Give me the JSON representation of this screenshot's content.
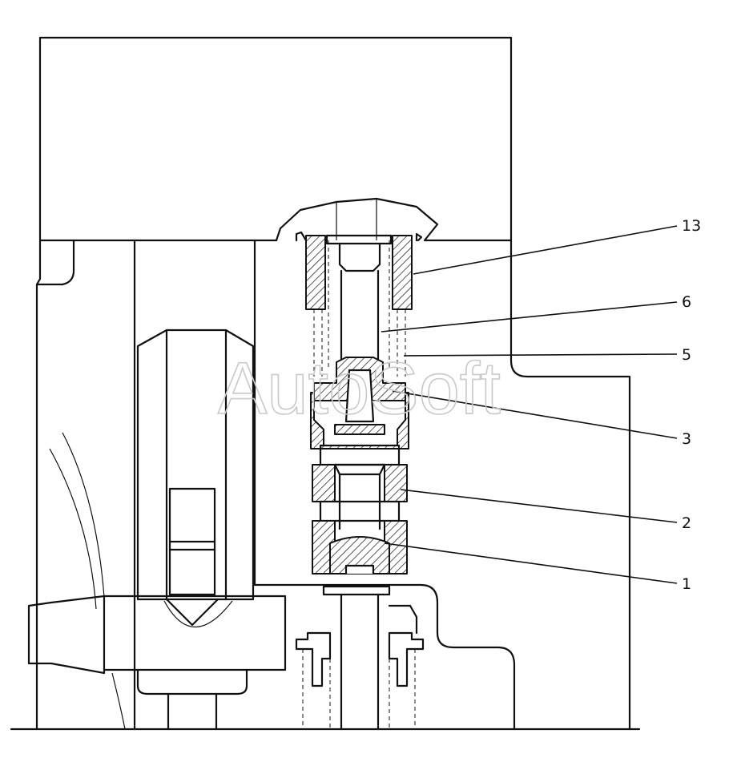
{
  "watermark": "AutoSoft",
  "callouts": [
    {
      "id": "13",
      "label": "13"
    },
    {
      "id": "6",
      "label": "6"
    },
    {
      "id": "5",
      "label": "5"
    },
    {
      "id": "3",
      "label": "3"
    },
    {
      "id": "2",
      "label": "2"
    },
    {
      "id": "1",
      "label": "1"
    }
  ],
  "colors": {
    "line": "#111111",
    "background": "#ffffff",
    "watermark": "#c9c9c9"
  }
}
